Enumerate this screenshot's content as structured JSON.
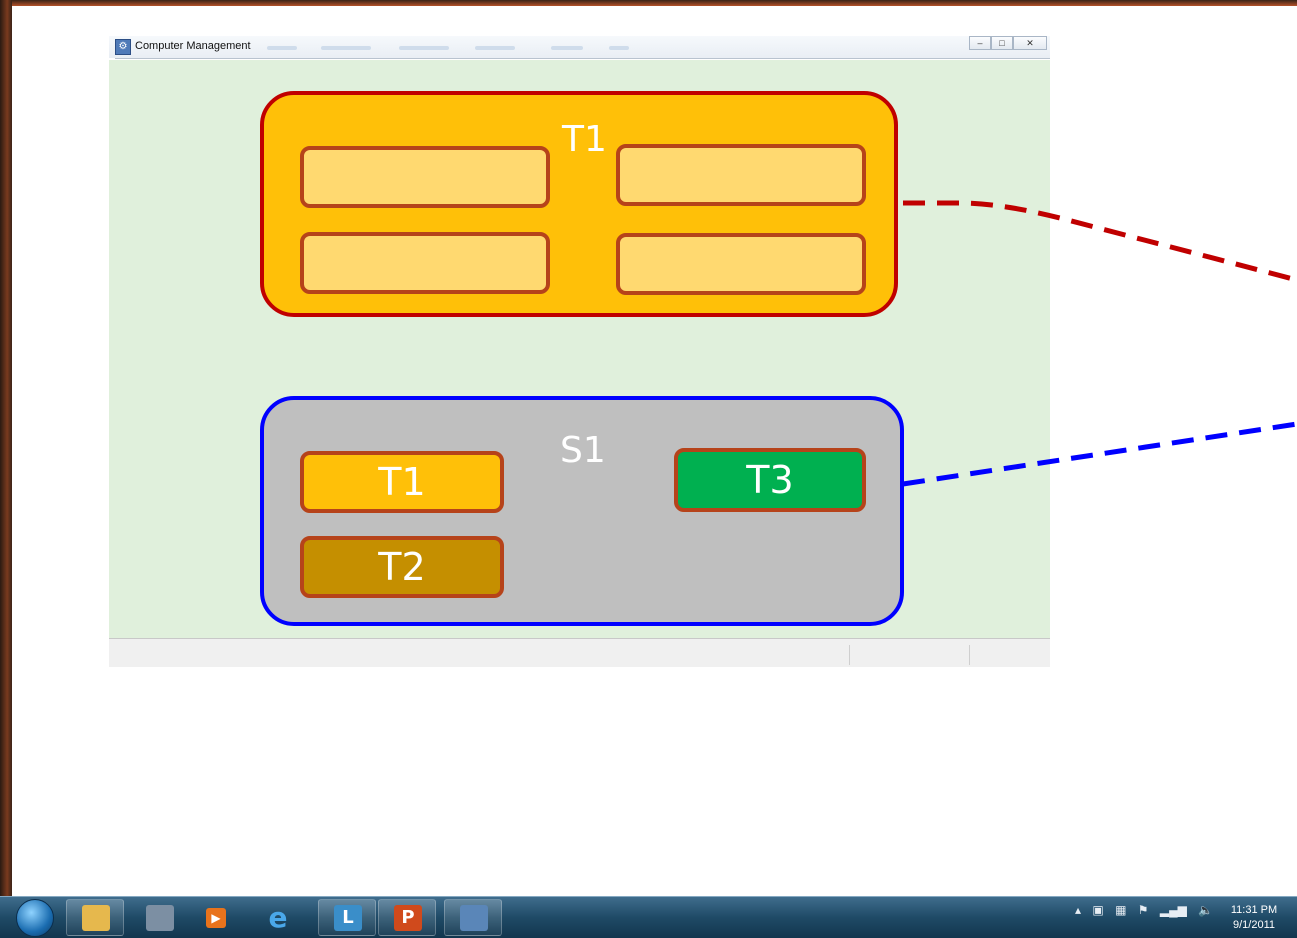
{
  "window": {
    "title": "Computer Management",
    "minimize_label": "‒",
    "maximize_label": "□",
    "close_label": "✕"
  },
  "diagram": {
    "t1_group": {
      "label": "T1",
      "slots": 4
    },
    "s1_group": {
      "label": "S1",
      "tasks": [
        {
          "label": "T1",
          "color": "#ffc008"
        },
        {
          "label": "T2",
          "color": "#c58f00"
        },
        {
          "label": "T3",
          "color": "#00b050"
        }
      ]
    },
    "colors": {
      "t1_border": "#c00000",
      "s1_border": "#0000ff",
      "background": "#e0f0dc"
    }
  },
  "taskbar": {
    "apps": [
      "windows-explorer",
      "calculator",
      "media-player",
      "internet-explorer",
      "lync",
      "powerpoint",
      "computer-management"
    ],
    "tray_icons": [
      "show-hidden-icons",
      "onenote-icon",
      "network-icon",
      "action-center-flag",
      "signal-icon",
      "volume-icon"
    ],
    "clock_time": "11:31 PM",
    "clock_date": "9/1/2011"
  }
}
